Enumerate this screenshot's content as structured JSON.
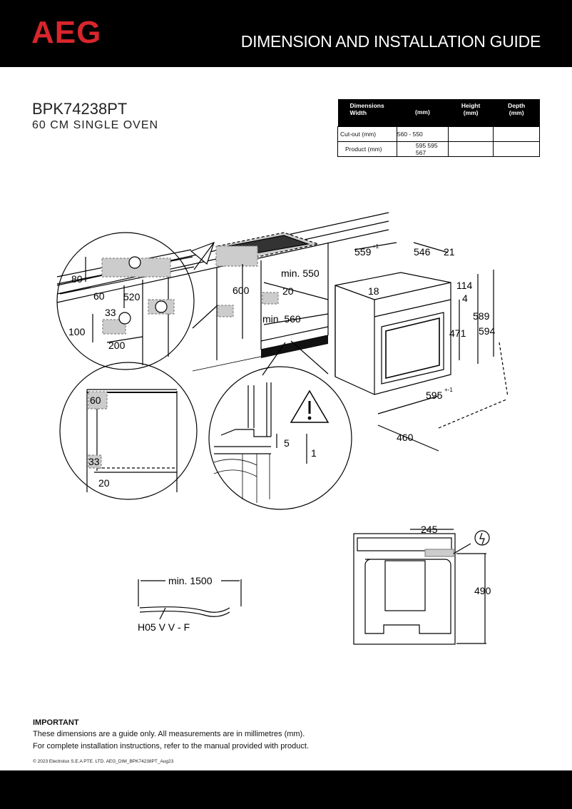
{
  "header": {
    "brand": "AEG",
    "title": "DIMENSION AND INSTALLATION GUIDE"
  },
  "product": {
    "model": "BPK74238PT",
    "description": "60 CM SINGLE OVEN"
  },
  "dimensions_table": {
    "headers": {
      "col1_top": "Dimensions Width",
      "col1_unit": "(mm)",
      "col2_top": "Height",
      "col2_unit": "(mm)",
      "col3_top": "Depth",
      "col3_unit": "(mm)"
    },
    "rows": [
      {
        "label": "Cut-out (mm)",
        "value": "560 - 550"
      },
      {
        "label": "Product (mm)",
        "value": "595 595 567"
      }
    ]
  },
  "drawing_labels": {
    "d80": "80",
    "d60a": "60",
    "d520": "520",
    "d33a": "33",
    "d100": "100",
    "d200": "200",
    "d600": "600",
    "min550": "min. 550",
    "d20a": "20",
    "min560": "min. 560",
    "d559": "559",
    "d559_sup": "+1",
    "d546": "546",
    "d21": "21",
    "d18": "18",
    "d114": "114",
    "d4": "4",
    "d589": "589",
    "d594": "594",
    "d471": "471",
    "d595": "595",
    "d595_sup": "+-1",
    "d460": "460",
    "d60b": "60",
    "d33b": "33",
    "d20b": "20",
    "d5": "5",
    "d1": "1",
    "d245": "245",
    "d490": "490",
    "cable_len": "min. 1500",
    "cable_type": "H05 V V - F"
  },
  "important": {
    "title": "IMPORTANT",
    "line1": "These dimensions are a guide only. All measurements are in millimetres (mm).",
    "line2": "For complete installation instructions, refer to the manual provided with product."
  },
  "copyright": "© 2023 Electrolux S.E.A PTE. LTD.  AEG_DIM_BPK74238PT_Aug23",
  "colors": {
    "brand_red": "#d8262c",
    "header_bg": "#000000"
  }
}
